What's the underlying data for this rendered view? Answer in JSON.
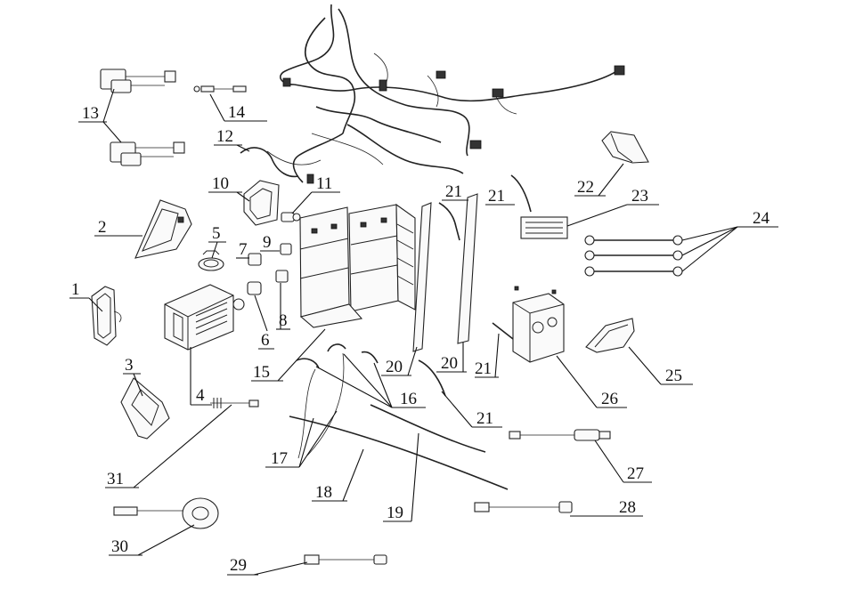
{
  "diagram": {
    "callouts": [
      "1",
      "2",
      "3",
      "4",
      "5",
      "6",
      "7",
      "8",
      "9",
      "10",
      "11",
      "12",
      "13",
      "14",
      "15",
      "16",
      "17",
      "18",
      "19",
      "20",
      "20",
      "21",
      "21",
      "21",
      "21",
      "22",
      "23",
      "24",
      "25",
      "26",
      "27",
      "28",
      "29",
      "30",
      "31"
    ]
  }
}
